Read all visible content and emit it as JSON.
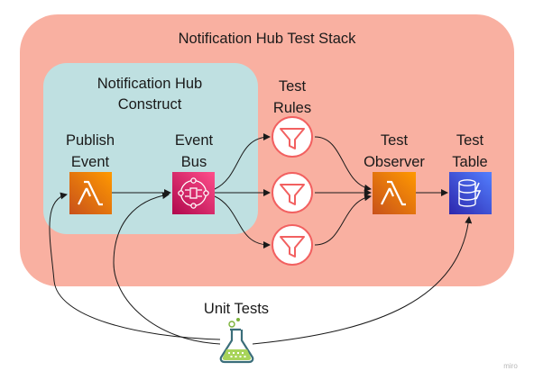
{
  "stack": {
    "title": "Notification Hub Test Stack"
  },
  "construct": {
    "title_line1": "Notification Hub",
    "title_line2": "Construct"
  },
  "publish_event": {
    "line1": "Publish",
    "line2": "Event",
    "icon": "lambda-icon"
  },
  "event_bus": {
    "line1": "Event",
    "line2": "Bus",
    "icon": "eventbridge-icon"
  },
  "test_rules": {
    "line1": "Test",
    "line2": "Rules",
    "icon": "filter-icon"
  },
  "test_observer": {
    "line1": "Test",
    "line2": "Observer",
    "icon": "lambda-icon"
  },
  "test_table": {
    "line1": "Test",
    "line2": "Table",
    "icon": "dynamodb-icon"
  },
  "unit_tests": {
    "label": "Unit Tests",
    "icon": "flask-icon"
  },
  "watermark": "miro",
  "colors": {
    "stack_bg": "#f9b0a1",
    "construct_bg": "#bfe0e1",
    "lambda_orange": "#e8731a",
    "eventbus_pink": "#cc2264",
    "filter_red": "#f26060",
    "dynamodb_blue": "#3b48cc",
    "flask_green": "#7bb23a"
  }
}
